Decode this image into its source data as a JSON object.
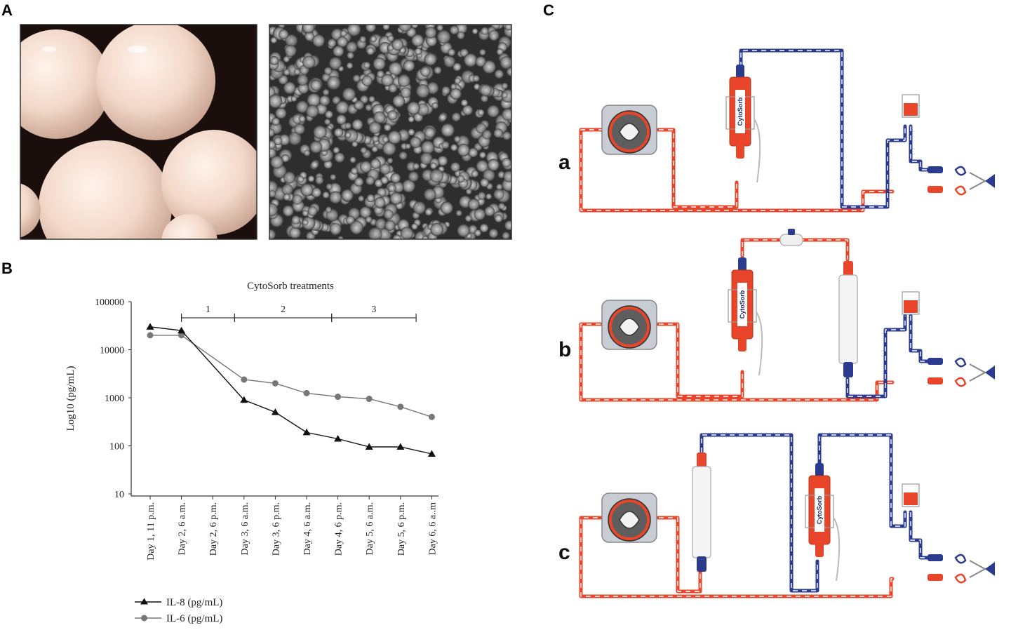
{
  "panels": {
    "a": "A",
    "b": "B",
    "c": "C"
  },
  "chart_data": {
    "type": "line",
    "title": "CytoSorb treatments",
    "ylabel": "Log10 (pg/mL)",
    "yscale": "log",
    "ylim": [
      10,
      100000
    ],
    "yticks": [
      "100000",
      "10000",
      "1000",
      "100",
      "10"
    ],
    "categories": [
      "Day 1, 11 p.m.",
      "Day 2, 6 a.m.",
      "Day 2, 6 p.m.",
      "Day 3, 6 a.m.",
      "Day 3, 6 p.m.",
      "Day 4, 6 a.m.",
      "Day 4, 6 p.m.",
      "Day 5, 6 a.m.",
      "Day 5, 6 p.m.",
      "Day 6, 6 a..m"
    ],
    "series": [
      {
        "name": "IL-8 (pg/mL)",
        "marker": "triangle",
        "color": "#111111",
        "values": [
          30000,
          25000,
          null,
          900,
          500,
          190,
          140,
          95,
          95,
          68
        ]
      },
      {
        "name": "IL-6 (pg/mL)",
        "marker": "circle",
        "color": "#777777",
        "values": [
          20000,
          20000,
          null,
          2400,
          2000,
          1250,
          1050,
          950,
          650,
          400
        ]
      }
    ],
    "treatments": [
      {
        "label": "1",
        "from": 1,
        "to": 2.7
      },
      {
        "label": "2",
        "from": 2.7,
        "to": 5.8
      },
      {
        "label": "3",
        "from": 5.8,
        "to": 8.5
      }
    ],
    "legend_position": "bottom-left"
  },
  "circuits": {
    "labels": [
      "a",
      "b",
      "c"
    ],
    "adsorber_label": "CytoSorb",
    "colors": {
      "arterial": "#e8452a",
      "venous": "#2b3b8f",
      "housing": "#c8ccd3"
    }
  }
}
